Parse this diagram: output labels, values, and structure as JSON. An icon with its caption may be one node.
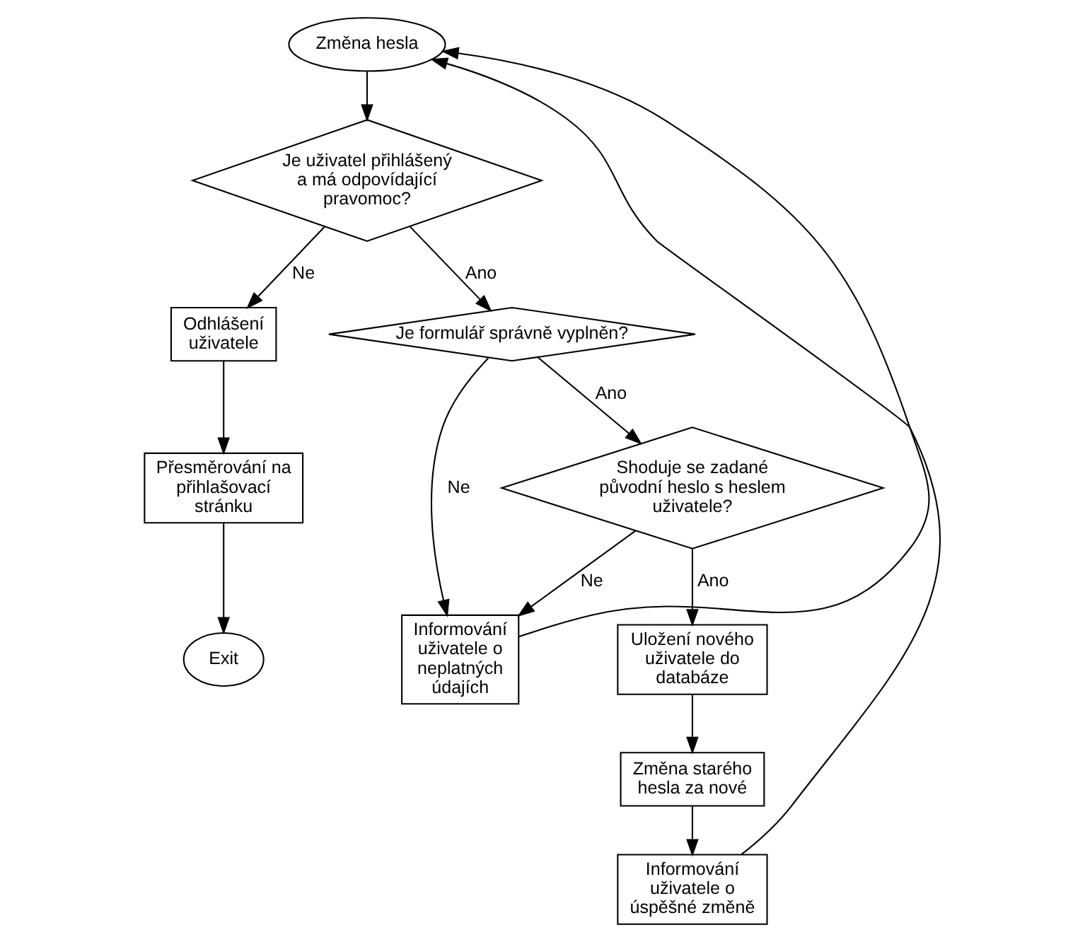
{
  "diagram": {
    "nodes": [
      {
        "text": [
          "Změna hesla"
        ]
      },
      {
        "text": [
          "Je uživatel přihlášený a má odpovídající pravomoc?"
        ]
      },
      {
        "text": [
          "Odhlášení uživatele"
        ]
      },
      {
        "text": [
          "Informování uživatele o úspěšné změně"
        ]
      },
      {
        "text": [
          "Přesměrování na přihlašovací stránku"
        ]
      },
      {
        "text": [
          "Je formulář správně vyplněn?"
        ]
      },
      {
        "text": [
          "Informování uživatele o neplatných údajích"
        ]
      },
      {
        "text": [
          "Exit"
        ]
      },
      {
        "text": [
          "Shoduje se zadané původní heslo s heslem uživatele?"
        ]
      },
      {
        "text": [
          "Uložení nového uživatele do databáze"
        ]
      },
      {
        "text": [
          "Změna starého hesla za nové"
        ]
      }
    ],
    "edges": [
      {
        "from": 0,
        "to": 1,
        "arrow": "to"
      },
      {
        "from": 1,
        "to": 2,
        "arrow": "to",
        "label": "Ne"
      },
      {
        "from": 2,
        "to": 4,
        "arrow": "to"
      },
      {
        "from": 4,
        "to": 7,
        "arrow": "to"
      },
      {
        "from": 1,
        "to": 5,
        "arrow": "to",
        "label": "Ano"
      },
      {
        "from": 5,
        "to": 6,
        "arrow": "to",
        "label": "Ne"
      },
      {
        "from": 5,
        "to": 8,
        "arrow": "to",
        "label": "Ano"
      },
      {
        "from": 8,
        "to": 6,
        "arrow": "to",
        "label": "Ne"
      },
      {
        "from": 8,
        "to": 9,
        "arrow": "to",
        "label": "Ano"
      },
      {
        "from": 9,
        "to": 10,
        "arrow": "to"
      },
      {
        "from": 10,
        "to": 3,
        "arrow": "to"
      },
      {
        "from": 6,
        "to": 0,
        "arrow": "to"
      },
      {
        "from": 3,
        "to": 0,
        "arrow": "to"
      }
    ]
  }
}
